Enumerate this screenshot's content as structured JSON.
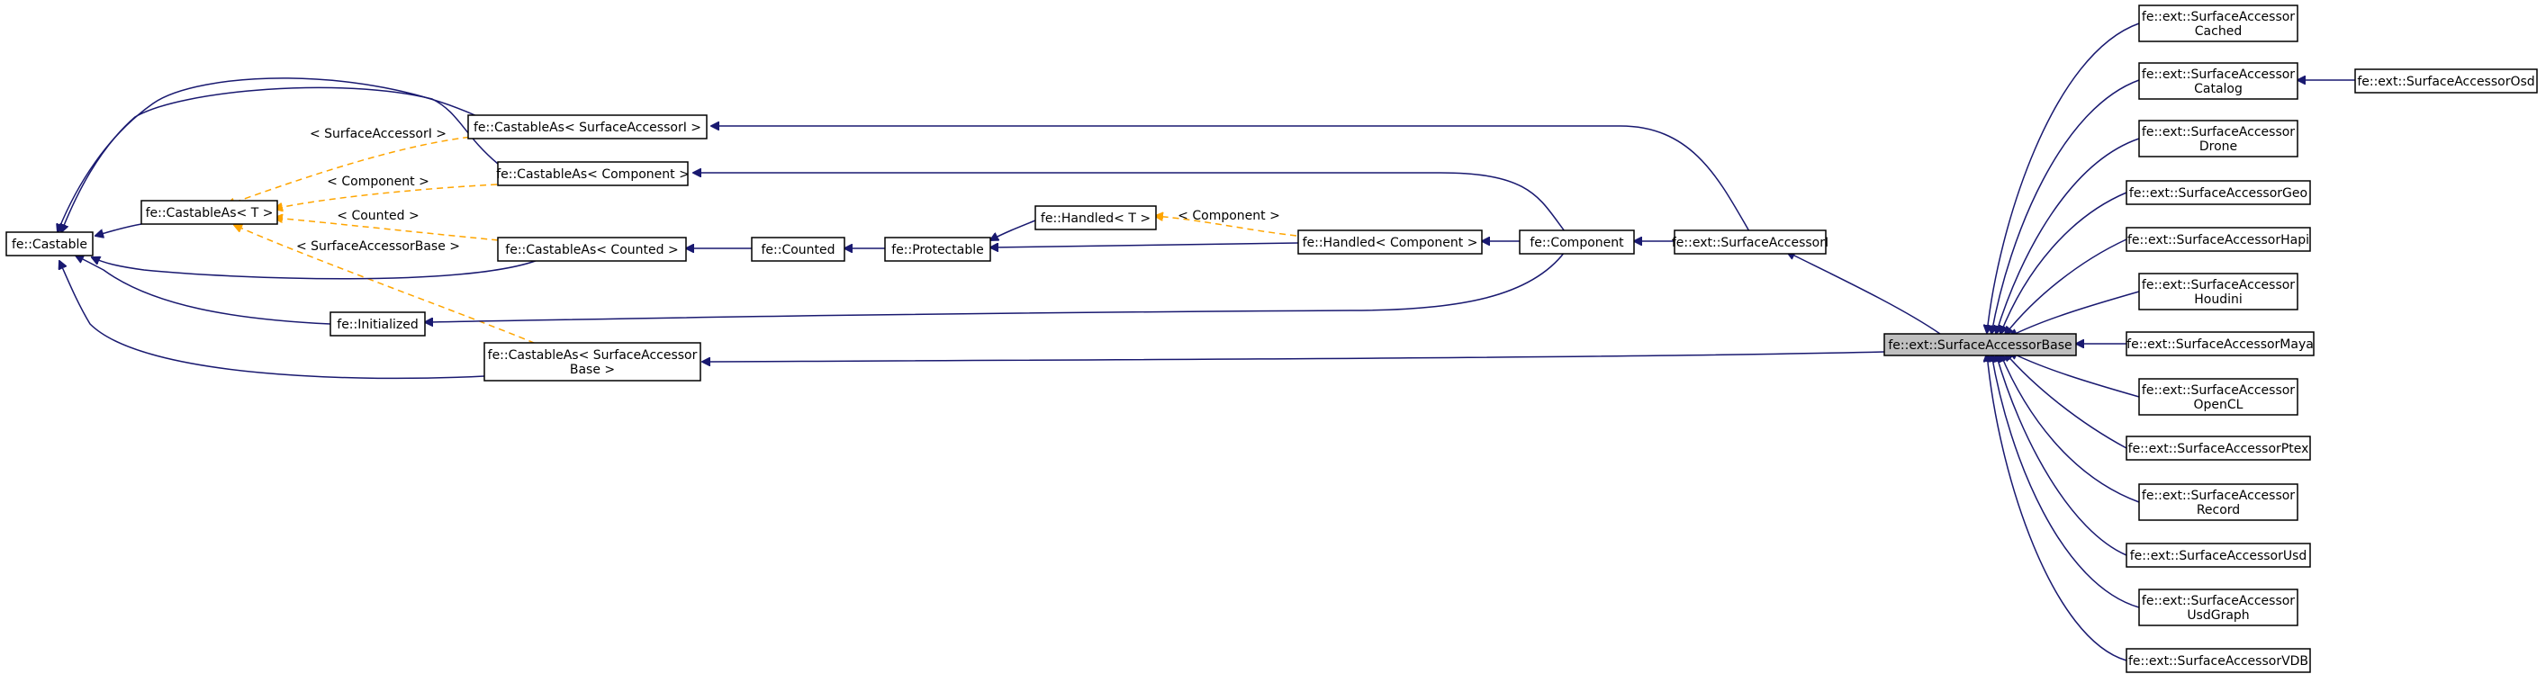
{
  "diagram": {
    "colors": {
      "inheritance_edge": "#191970",
      "template_edge": "#ffa500",
      "focus_node_fill": "#bfbfbf",
      "node_border": "#000000"
    },
    "nodes": {
      "castable": [
        "fe::Castable"
      ],
      "castableas_t": [
        "fe::CastableAs< T >"
      ],
      "castableas_surfaceaccessori": [
        "fe::CastableAs< SurfaceAccessorI >"
      ],
      "castableas_component": [
        "fe::CastableAs< Component >"
      ],
      "castableas_counted": [
        "fe::CastableAs< Counted >"
      ],
      "initialized": [
        "fe::Initialized"
      ],
      "castableas_surfaceaccessorbase": [
        "fe::CastableAs< SurfaceAccessor",
        "Base >"
      ],
      "counted": [
        "fe::Counted"
      ],
      "protectable": [
        "fe::Protectable"
      ],
      "handled_t": [
        "fe::Handled< T >"
      ],
      "handled_component": [
        "fe::Handled< Component >"
      ],
      "component": [
        "fe::Component"
      ],
      "surfaceaccessori": [
        "fe::ext::SurfaceAccessorI"
      ],
      "surfaceaccessorbase": [
        "fe::ext::SurfaceAccessorBase"
      ],
      "sa_cached": [
        "fe::ext::SurfaceAccessor",
        "Cached"
      ],
      "sa_catalog": [
        "fe::ext::SurfaceAccessor",
        "Catalog"
      ],
      "sa_osd": [
        "fe::ext::SurfaceAccessorOsd"
      ],
      "sa_drone": [
        "fe::ext::SurfaceAccessor",
        "Drone"
      ],
      "sa_geo": [
        "fe::ext::SurfaceAccessorGeo"
      ],
      "sa_hapi": [
        "fe::ext::SurfaceAccessorHapi"
      ],
      "sa_houdini": [
        "fe::ext::SurfaceAccessor",
        "Houdini"
      ],
      "sa_maya": [
        "fe::ext::SurfaceAccessorMaya"
      ],
      "sa_opencl": [
        "fe::ext::SurfaceAccessor",
        "OpenCL"
      ],
      "sa_ptex": [
        "fe::ext::SurfaceAccessorPtex"
      ],
      "sa_record": [
        "fe::ext::SurfaceAccessor",
        "Record"
      ],
      "sa_usd": [
        "fe::ext::SurfaceAccessorUsd"
      ],
      "sa_usdgraph": [
        "fe::ext::SurfaceAccessor",
        "UsdGraph"
      ],
      "sa_vdb": [
        "fe::ext::SurfaceAccessorVDB"
      ]
    },
    "edge_labels": {
      "surfaceaccessori": "< SurfaceAccessorI >",
      "component": "< Component >",
      "counted": "< Counted >",
      "surfaceaccessorbase": "< SurfaceAccessorBase >",
      "handled_component": "< Component >"
    }
  }
}
